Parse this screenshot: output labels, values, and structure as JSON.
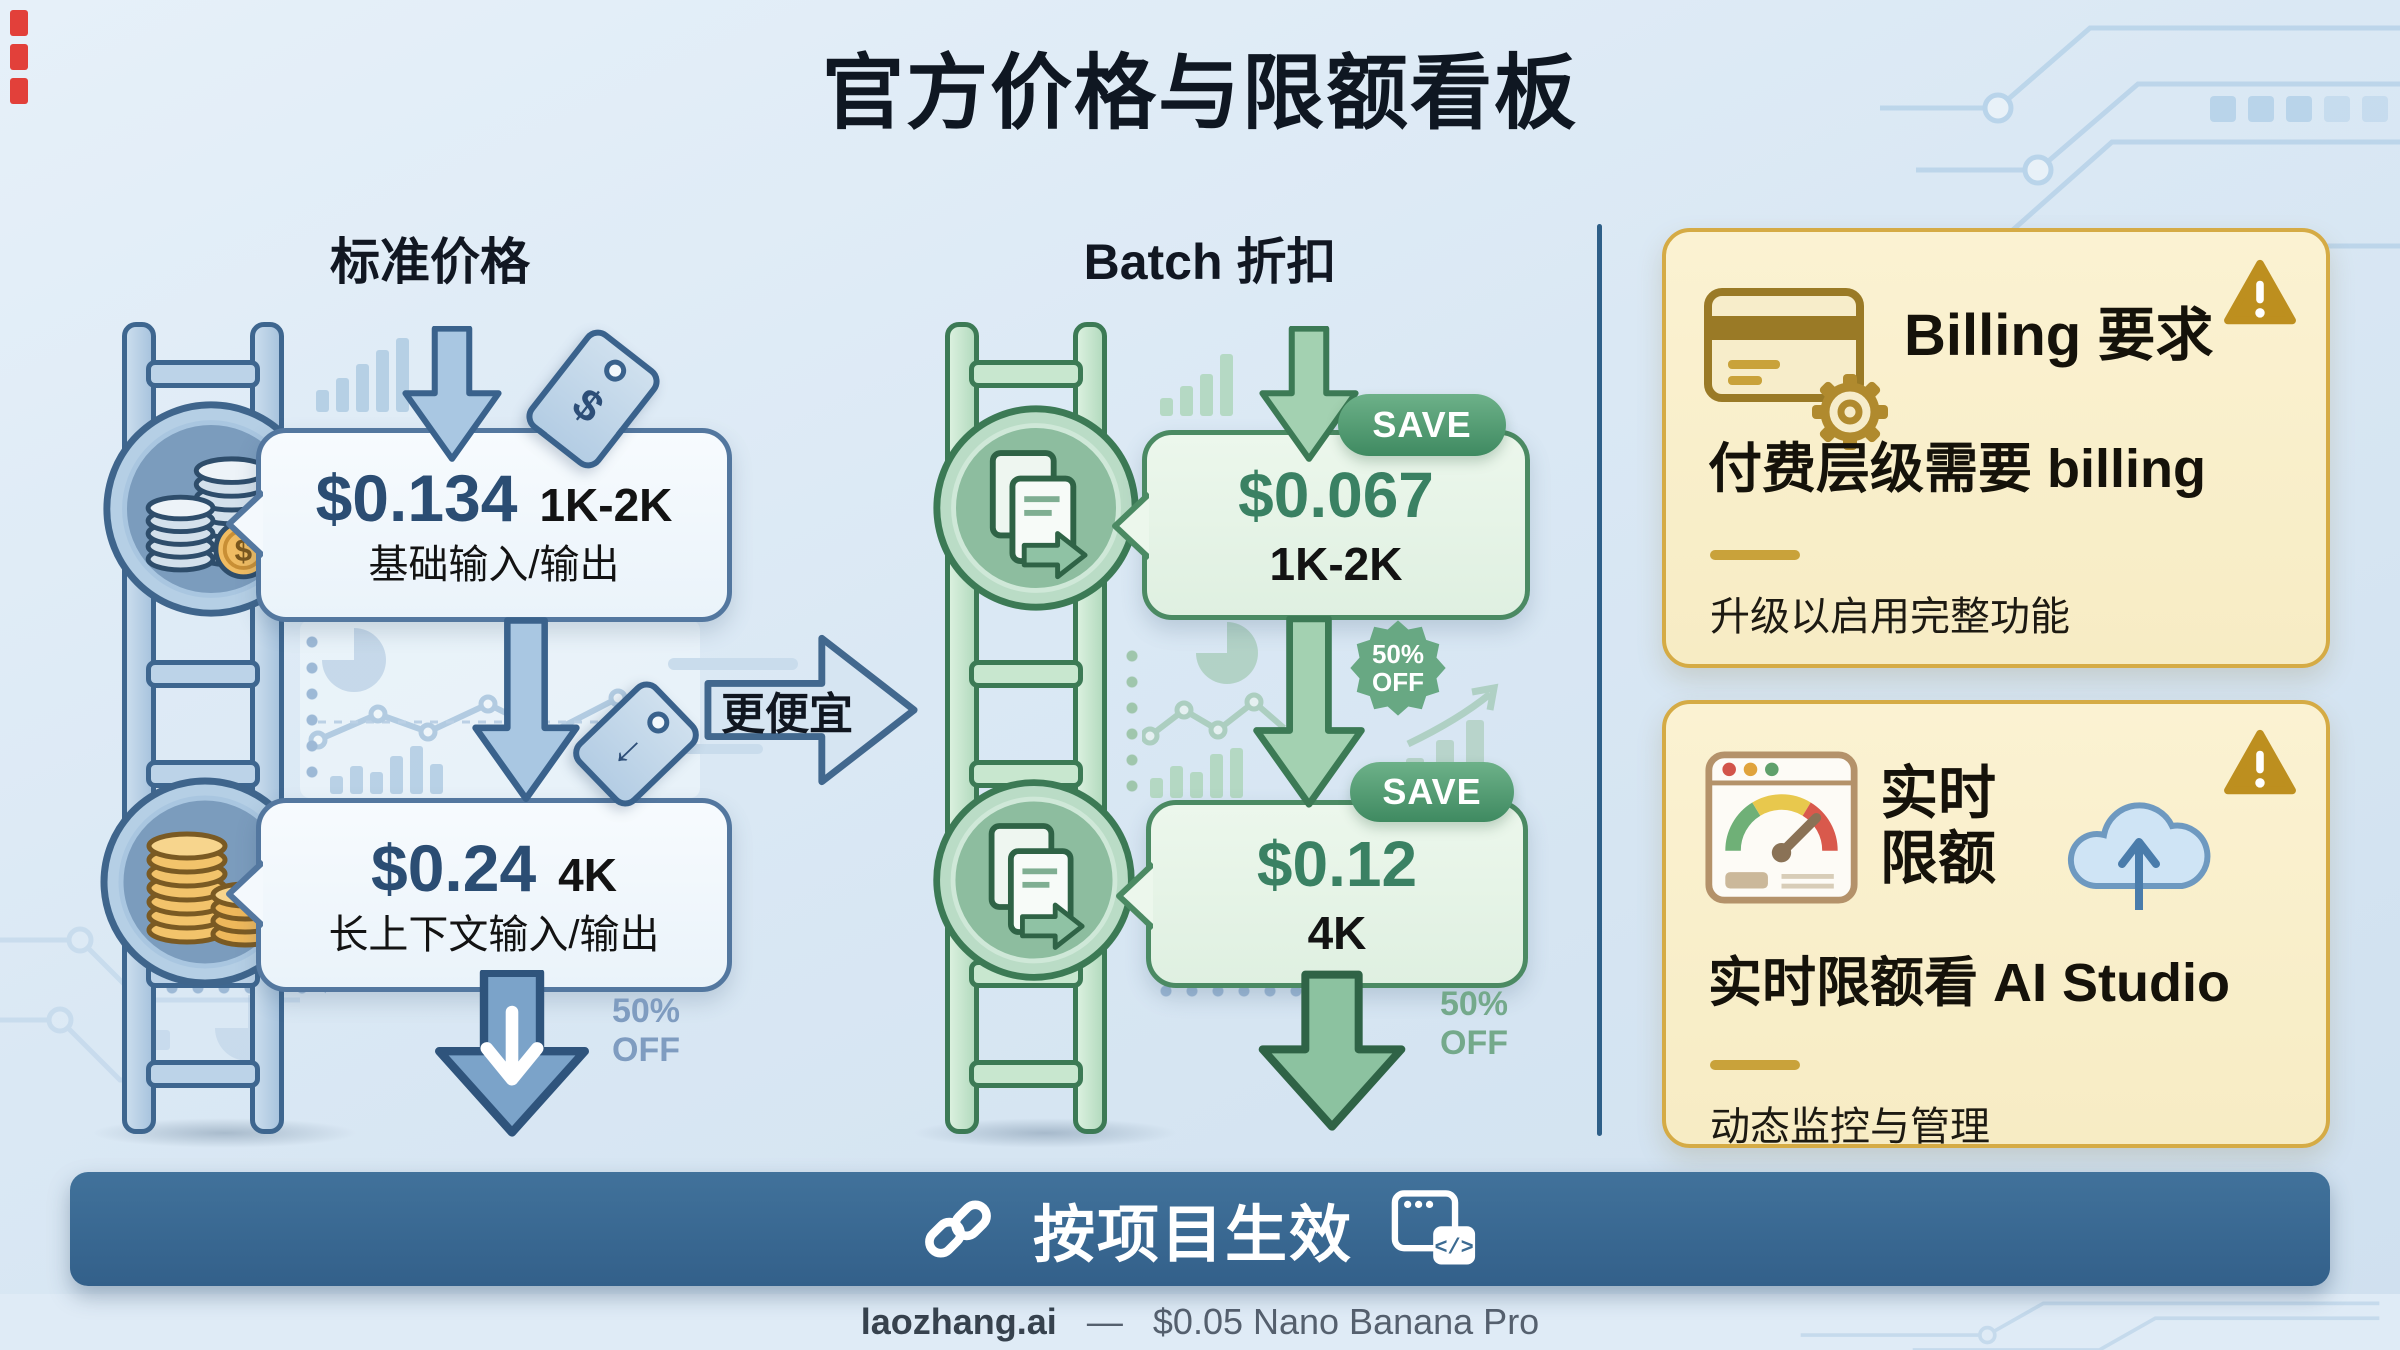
{
  "title": "官方价格与限额看板",
  "standard": {
    "heading": "标准价格",
    "tier1": {
      "price": "$0.134",
      "size": "1K-2K",
      "desc": "基础输入/输出"
    },
    "tier2": {
      "price": "$0.24",
      "size": "4K",
      "desc": "长上下文输入/输出"
    },
    "off_note": {
      "line1": "50%",
      "line2": "OFF"
    }
  },
  "batch": {
    "heading": "Batch 折扣",
    "tier1": {
      "price": "$0.067",
      "size": "1K-2K",
      "save": "SAVE"
    },
    "tier2": {
      "price": "$0.12",
      "size": "4K",
      "save": "SAVE"
    },
    "off_seal": {
      "line1": "50%",
      "line2": "OFF"
    },
    "off_note": {
      "line1": "50%",
      "line2": "OFF"
    }
  },
  "compare": {
    "label": "更便宜"
  },
  "cards": {
    "billing": {
      "title": "Billing 要求",
      "headline": "付费层级需要 billing",
      "subtext": "升级以启用完整功能"
    },
    "quota": {
      "title_line1": "实时",
      "title_line2": "限额",
      "headline": "实时限额看 AI Studio",
      "subtext": "动态监控与管理"
    }
  },
  "bottom_bar": {
    "label": "按项目生效"
  },
  "footer": {
    "brand": "laozhang.ai",
    "separator": "—",
    "note": "$0.05 Nano Banana Pro"
  },
  "icons": {
    "coin_dollar": "$",
    "tag_dollar": "$",
    "tag_arrow": "↓",
    "window_code": "</>"
  },
  "colors": {
    "page_bg": "#dbe8f4",
    "blue_outline": "#3a628c",
    "blue_fill": "#aac8e2",
    "price_navy": "#2b4d73",
    "green_outline": "#3c7a55",
    "green_fill": "#a6d2b3",
    "price_green": "#3a8163",
    "save_pill": "#4f9c6f",
    "seal_green": "#68a883",
    "card_bg": "#f9eec9",
    "card_border": "#d5ab45",
    "warning_gold": "#bd8f1f",
    "bar_bg": "#3c6b92",
    "footer_band": "#dfebf6"
  }
}
